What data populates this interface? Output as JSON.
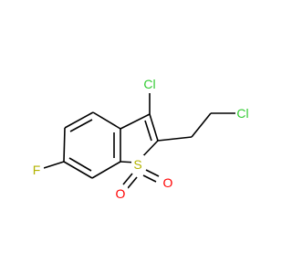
{
  "molecule": {
    "atoms": {
      "cl_ring": {
        "symbol": "Cl",
        "color": "#33cc33"
      },
      "cl_chain": {
        "symbol": "Cl",
        "color": "#33cc33"
      },
      "fluorine": {
        "symbol": "F",
        "color": "#b3b300"
      },
      "sulfur": {
        "symbol": "S",
        "color": "#b3b300"
      },
      "oxygen_1": {
        "symbol": "O",
        "color": "#ff0000"
      },
      "oxygen_2": {
        "symbol": "O",
        "color": "#ff0000"
      }
    },
    "bond_color": "#000000"
  }
}
